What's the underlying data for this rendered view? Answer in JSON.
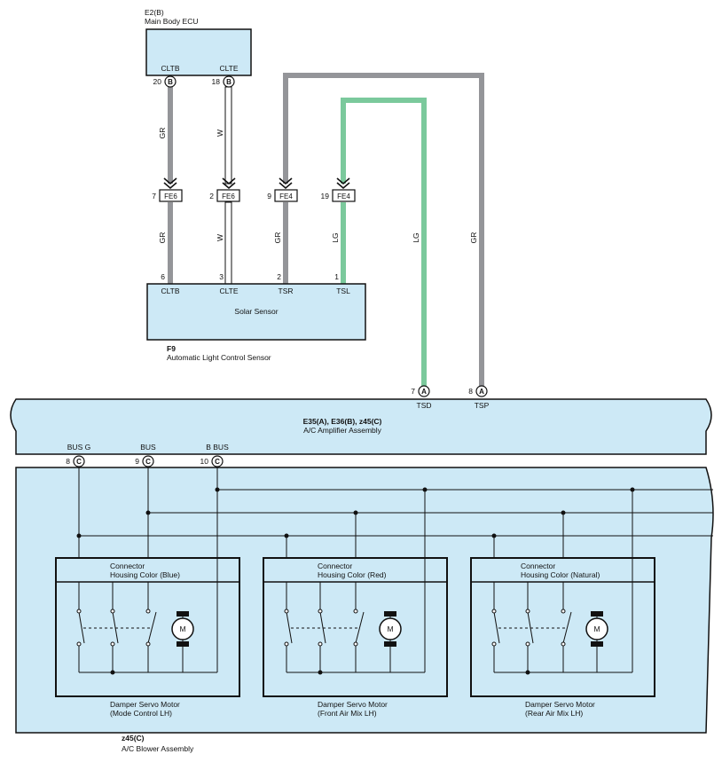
{
  "colors": {
    "box_fill": "#cde9f6",
    "wire_gray": "#949599",
    "wire_green": "#7bc99c",
    "line": "#111111"
  },
  "ecu": {
    "code": "E2(B)",
    "name": "Main Body ECU",
    "terminals": [
      {
        "label": "CLTB",
        "pin": "20",
        "conn": "B"
      },
      {
        "label": "CLTE",
        "pin": "18",
        "conn": "B"
      }
    ]
  },
  "wires": {
    "gr": "GR",
    "w": "W",
    "lg": "LG"
  },
  "junctions": [
    {
      "pin": "7",
      "conn": "FE6"
    },
    {
      "pin": "2",
      "conn": "FE6"
    },
    {
      "pin": "9",
      "conn": "FE4"
    },
    {
      "pin": "19",
      "conn": "FE4"
    }
  ],
  "sensor": {
    "inner_label": "Solar Sensor",
    "code": "F9",
    "name": "Automatic Light Control Sensor",
    "terminals": [
      {
        "label": "CLTB",
        "pin": "6"
      },
      {
        "label": "CLTE",
        "pin": "3"
      },
      {
        "label": "TSR",
        "pin": "2"
      },
      {
        "label": "TSL",
        "pin": "1"
      }
    ]
  },
  "amplifier": {
    "code": "E35(A), E36(B), z45(C)",
    "name": "A/C Amplifier Assembly",
    "top_terminals": [
      {
        "label": "TSD",
        "pin": "7",
        "conn": "A"
      },
      {
        "label": "TSP",
        "pin": "8",
        "conn": "A"
      }
    ],
    "bottom_terminals": [
      {
        "label": "BUS G",
        "pin": "8",
        "conn": "C"
      },
      {
        "label": "BUS",
        "pin": "9",
        "conn": "C"
      },
      {
        "label": "B BUS",
        "pin": "10",
        "conn": "C"
      }
    ]
  },
  "blower": {
    "code": "z45(C)",
    "name": "A/C Blower Assembly"
  },
  "motors": [
    {
      "connector_line1": "Connector",
      "connector_line2": "Housing Color (Blue)",
      "caption_line1": "Damper Servo Motor",
      "caption_line2": "(Mode Control LH)"
    },
    {
      "connector_line1": "Connector",
      "connector_line2": "Housing Color (Red)",
      "caption_line1": "Damper Servo Motor",
      "caption_line2": "(Front Air Mix LH)"
    },
    {
      "connector_line1": "Connector",
      "connector_line2": "Housing Color (Natural)",
      "caption_line1": "Damper Servo Motor",
      "caption_line2": "(Rear Air Mix LH)"
    }
  ],
  "motor_symbol": "M"
}
